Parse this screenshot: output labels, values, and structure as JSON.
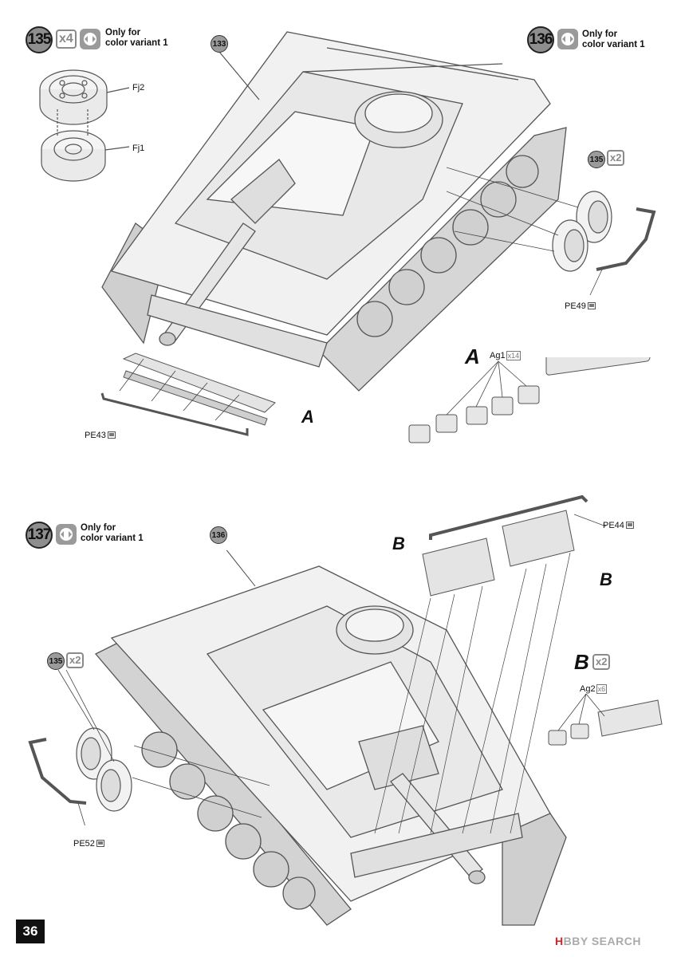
{
  "steps": [
    {
      "number": "135",
      "multiplier": "x4",
      "variant_text": "Only for color variant 1",
      "icon": "wheel-variant-icon"
    },
    {
      "number": "136",
      "variant_text": "Only for color variant 1",
      "icon": "wheel-variant-icon"
    },
    {
      "number": "137",
      "variant_text": "Only for color variant 1",
      "icon": "wheel-variant-icon"
    }
  ],
  "variant_line1": "Only for",
  "variant_line2": "color variant 1",
  "refs": {
    "ref133": "133",
    "ref135a": "135",
    "ref135a_mult": "x2",
    "ref136": "136",
    "ref135b": "135",
    "ref135b_mult": "x2"
  },
  "parts": {
    "fj2": "Fj2",
    "fj1": "Fj1",
    "pe49": "PE49",
    "pe43": "PE43",
    "pe44": "PE44",
    "pe52": "PE52",
    "ag1": "Ag1",
    "ag1_mult": "x14",
    "ag2": "Ag2",
    "ag2_mult": "x6"
  },
  "subassemblies": {
    "a_main": "A",
    "a_label": "A",
    "b_left": "B",
    "b_right": "B",
    "b_main": "B",
    "b_mult": "x2"
  },
  "page_number": "36",
  "watermark": {
    "hobby": "H",
    "rest": "BBY SEARCH"
  },
  "colors": {
    "step_grey": "#8e8e8e",
    "tank_line": "#555555",
    "badge_grey": "#9a9a9a"
  }
}
